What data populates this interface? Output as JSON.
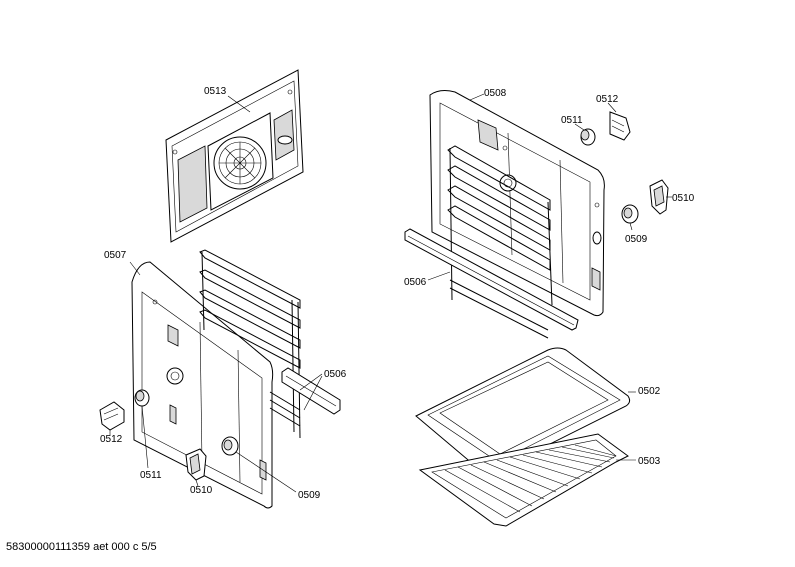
{
  "labels": {
    "p0513": "0513",
    "p0508": "0508",
    "p0511_top": "0511",
    "p0512_top": "0512",
    "p0510_top": "0510",
    "p0509_top": "0509",
    "p0507": "0507",
    "p0506_left": "0506",
    "p0506_right": "0506",
    "p0502": "0502",
    "p0503": "0503",
    "p0512_bottom": "0512",
    "p0511_bottom": "0511",
    "p0510_bottom": "0510",
    "p0509_bottom": "0509"
  },
  "footer": "58300000111359 aet 000 c 5/5"
}
